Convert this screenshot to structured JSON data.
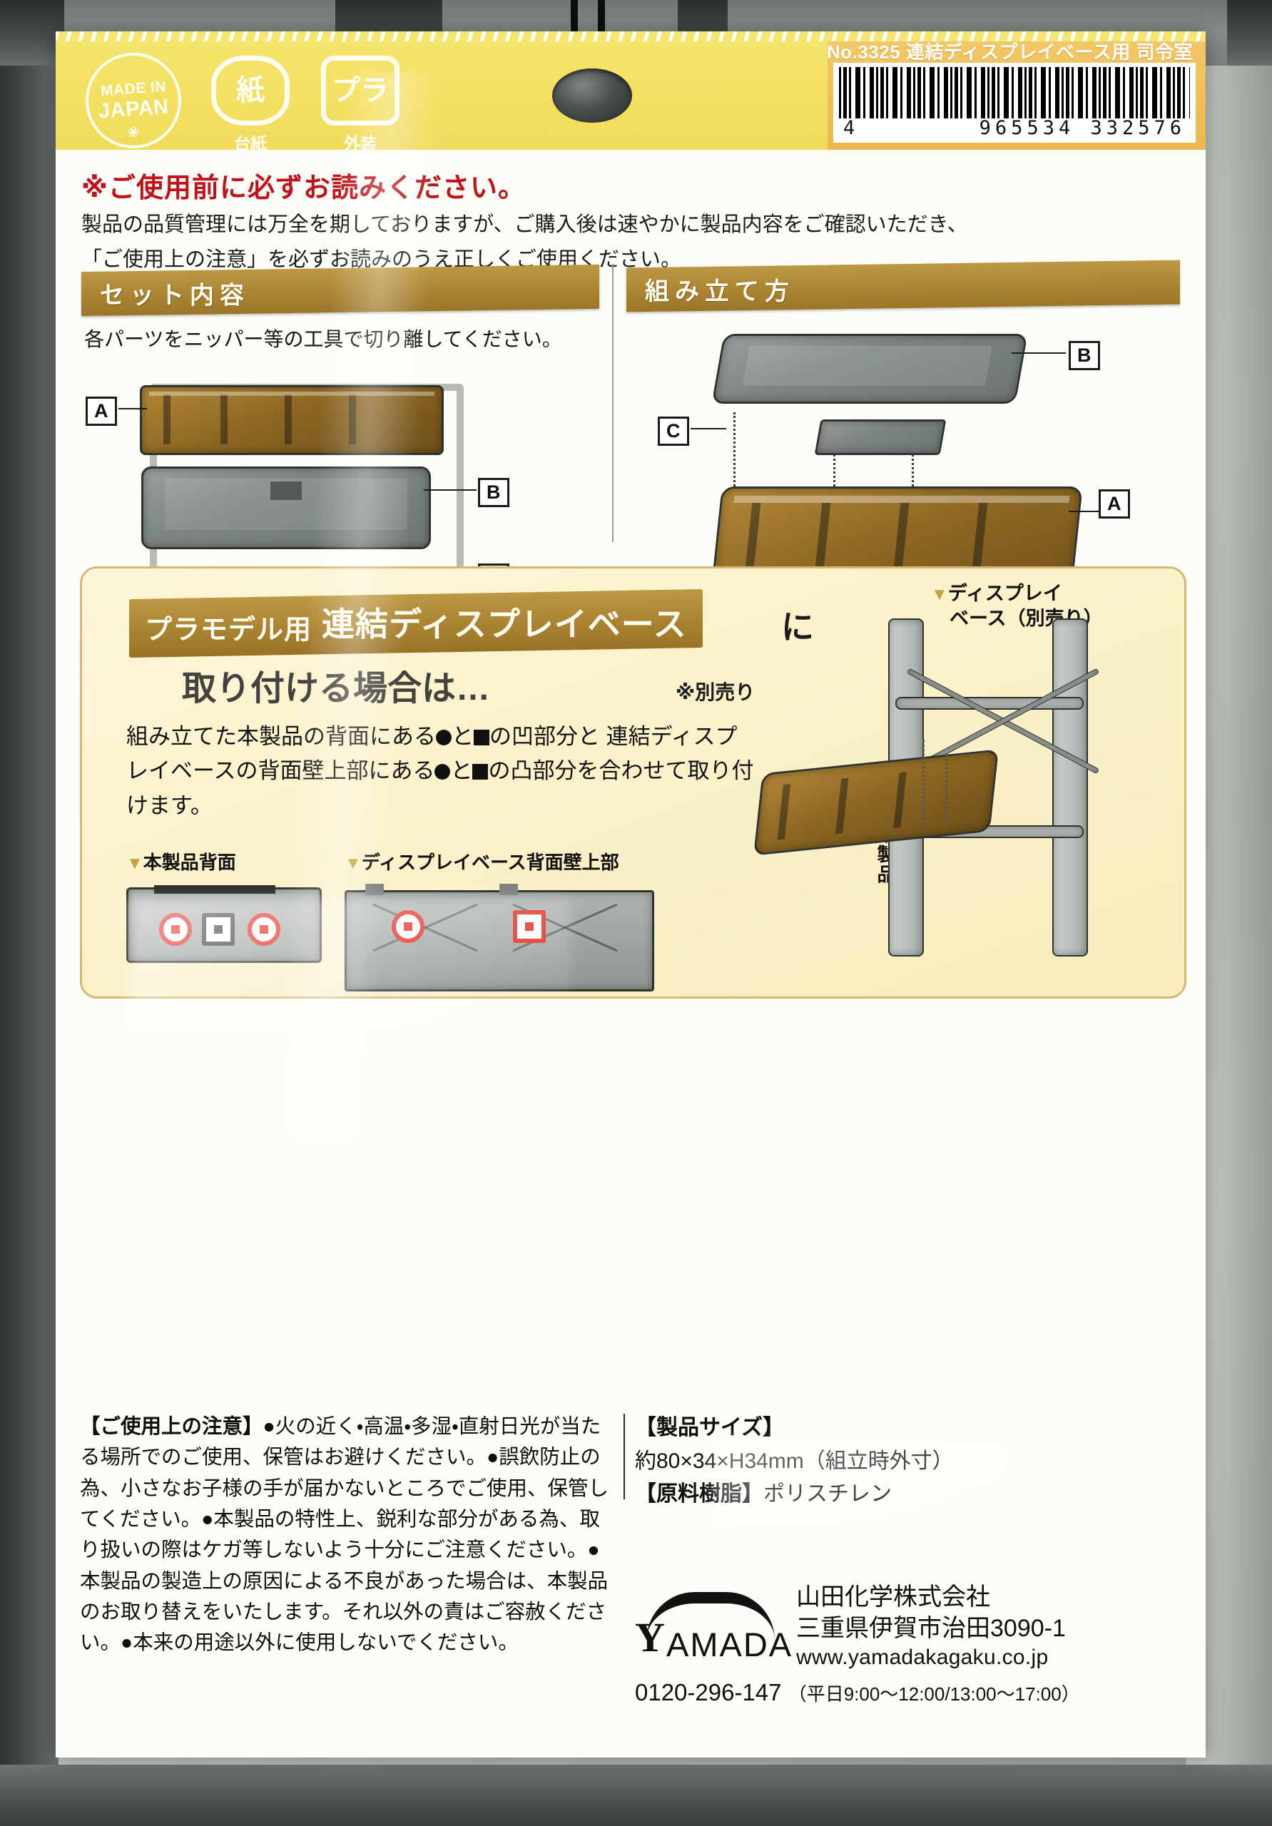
{
  "header": {
    "product_number_line": "No.3325 連結ディスプレイベース用 司令室",
    "barcode_digits_left": "4",
    "barcode_digits_right": "965534 332576",
    "made_in_japan_line1": "MADE IN",
    "made_in_japan_line2": "JAPAN",
    "recycle_paper_symbol": "紙",
    "recycle_paper_caption": "台紙",
    "recycle_plastic_symbol": "プラ",
    "recycle_plastic_caption": "外装"
  },
  "notice": {
    "heading": "※ご使用前に必ずお読みください。",
    "line1": "製品の品質管理には万全を期しておりますが、ご購入後は速やかに製品内容をご確認いただき、",
    "line2": "「ご使用上の注意」を必ずお読みのうえ正しくご使用ください。"
  },
  "panels": {
    "set_contents_title": "セット内容",
    "set_contents_note": "各パーツをニッパー等の工具で切り離してください。",
    "assembly_title": "組み立て方",
    "part_labels": [
      "A",
      "B",
      "C"
    ]
  },
  "feature": {
    "banner_prefix": "プラモデル用",
    "banner_main": "連結ディスプレイベース",
    "banner_suffix": "に",
    "subheading": "取り付ける場合は…",
    "sold_separately": "※別売り",
    "body_line1_a": "組み立てた本製品の背面にある",
    "body_line1_b": "と",
    "body_line1_c": "の凹部分と",
    "body_line2_a": "連結ディスプレイベースの背面壁上部にある",
    "body_line2_b": "と",
    "body_line3": "の凸部分を合わせて取り付けます。",
    "sublabel_product_back": "本製品背面",
    "sublabel_base_back_wall": "ディスプレイベース背面壁上部",
    "label_display_base_line1": "ディスプレイ",
    "label_display_base_line2": "ベース（別売り）",
    "label_this_product": "本製品",
    "triangle_glyph": "▼"
  },
  "cautions": {
    "heading": "【ご使用上の注意】",
    "text": "●火の近く・高温・多湿・直射日光が当たる場所でのご使用、保管はお避けください。●誤飲防止の為、小さなお子様の手が届かないところでご使用、保管してください。●本製品の特性上、鋭利な部分がある為、取り扱いの際はケガ等しないよう十分にご注意ください。●本製品の製造上の原因による不良があった場合は、本製品のお取り替えをいたします。それ以外の責はご容赦ください。●本来の用途以外に使用しないでください。"
  },
  "specs": {
    "size_heading": "【製品サイズ】",
    "size_value": "約80×34×H34mm（組立時外寸）",
    "resin_heading": "【原料樹脂】",
    "resin_value": "ポリスチレン"
  },
  "company": {
    "logo_initial": "Y",
    "logo_name": "AMADA",
    "name": "山田化学株式会社",
    "address": "三重県伊賀市治田3090-1",
    "website": "www.yamadakagaku.co.jp",
    "tel": "0120-296-147",
    "hours": "（平日9:00〜12:00/13:00〜17:00）"
  },
  "colors": {
    "header_yellow": "#f3e163",
    "header_gold": "#efbe56",
    "banner_gold": "#ab8432",
    "notice_red": "#c1121b",
    "marker_red": "#e2231a",
    "cream": "#fbf2cc"
  }
}
